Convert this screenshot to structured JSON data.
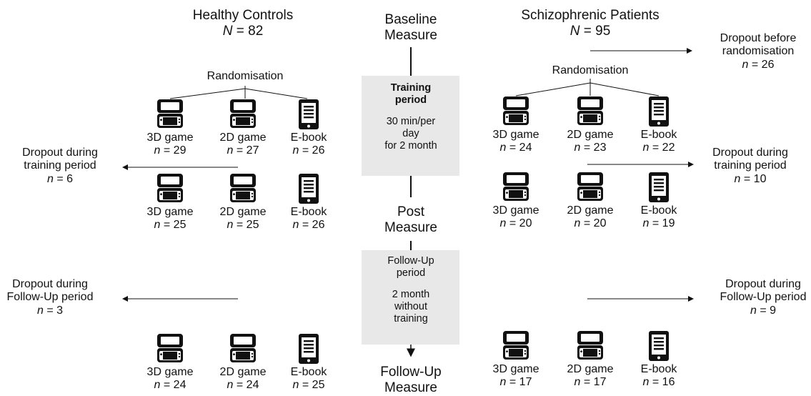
{
  "left": {
    "title": "Healthy Controls",
    "n_label": "N",
    "n_value": "= 82",
    "randomisation": "Randomisation",
    "dropout_training": {
      "line1": "Dropout during",
      "line2": "training period",
      "n": "n",
      "v": "= 6"
    },
    "dropout_followup": {
      "line1": "Dropout during",
      "line2": "Follow-Up period",
      "n": "n",
      "v": "= 3"
    },
    "rows": [
      [
        {
          "label": "3D game",
          "n": "n",
          "v": "= 29",
          "icon": "console-icon"
        },
        {
          "label": "2D game",
          "n": "n",
          "v": "= 27",
          "icon": "console-icon"
        },
        {
          "label": "E-book",
          "n": "n",
          "v": "= 26",
          "icon": "ebook-icon"
        }
      ],
      [
        {
          "label": "3D game",
          "n": "n",
          "v": "= 25",
          "icon": "console-icon"
        },
        {
          "label": "2D game",
          "n": "n",
          "v": "= 25",
          "icon": "console-icon"
        },
        {
          "label": "E-book",
          "n": "n",
          "v": "= 26",
          "icon": "ebook-icon"
        }
      ],
      [
        {
          "label": "3D game",
          "n": "n",
          "v": "= 24",
          "icon": "console-icon"
        },
        {
          "label": "2D game",
          "n": "n",
          "v": "= 24",
          "icon": "console-icon"
        },
        {
          "label": "E-book",
          "n": "n",
          "v": "= 25",
          "icon": "ebook-icon"
        }
      ]
    ]
  },
  "right": {
    "title": "Schizophrenic Patients",
    "n_label": "N",
    "n_value": "= 95",
    "randomisation": "Randomisation",
    "dropout_before": {
      "line1": "Dropout before",
      "line2": "randomisation",
      "n": "n",
      "v": "= 26"
    },
    "dropout_training": {
      "line1": "Dropout during",
      "line2": "training period",
      "n": "n",
      "v": "= 10"
    },
    "dropout_followup": {
      "line1": "Dropout during",
      "line2": "Follow-Up period",
      "n": "n",
      "v": "= 9"
    },
    "rows": [
      [
        {
          "label": "3D game",
          "n": "n",
          "v": "= 24",
          "icon": "console-icon"
        },
        {
          "label": "2D game",
          "n": "n",
          "v": "= 23",
          "icon": "console-icon"
        },
        {
          "label": "E-book",
          "n": "n",
          "v": "= 22",
          "icon": "ebook-icon"
        }
      ],
      [
        {
          "label": "3D game",
          "n": "n",
          "v": "= 20",
          "icon": "console-icon"
        },
        {
          "label": "2D game",
          "n": "n",
          "v": "= 20",
          "icon": "console-icon"
        },
        {
          "label": "E-book",
          "n": "n",
          "v": "= 19",
          "icon": "ebook-icon"
        }
      ],
      [
        {
          "label": "3D game",
          "n": "n",
          "v": "= 17",
          "icon": "console-icon"
        },
        {
          "label": "2D game",
          "n": "n",
          "v": "= 17",
          "icon": "console-icon"
        },
        {
          "label": "E-book",
          "n": "n",
          "v": "= 16",
          "icon": "ebook-icon"
        }
      ]
    ]
  },
  "center": {
    "baseline": [
      "Baseline",
      "Measure"
    ],
    "training": {
      "title1": "Training",
      "title2": "period",
      "d1": "30 min/per",
      "d2": "day",
      "d3": "for 2 month"
    },
    "post": [
      "Post",
      "Measure"
    ],
    "followup_period": {
      "l1": "Follow-Up",
      "l2": "period",
      "l3": "2 month",
      "l4": "without",
      "l5": "training"
    },
    "followup_measure": [
      "Follow-Up",
      "Measure"
    ]
  },
  "colors": {
    "box": "#e8e8e8",
    "ink": "#111111"
  }
}
